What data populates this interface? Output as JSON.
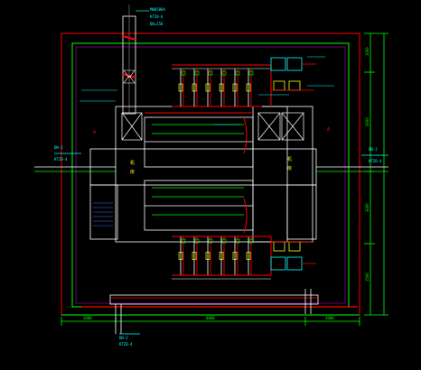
{
  "drawing": {
    "background": "#000000",
    "colors": {
      "green": "#00ff00",
      "white": "#ffffff",
      "yellow": "#ffff00",
      "cyan": "#00ffff",
      "red": "#ff0000",
      "magenta": "#ff00ff",
      "blue": "#3a6dff",
      "grey": "#8a8a8a"
    },
    "labels": {
      "top_pipe_1": "MW0500A",
      "top_pipe_2": "KTZ0-6",
      "top_pipe_3": "DN=150",
      "left_tag_1": "DN-2",
      "left_tag_2": "KTZ0-4",
      "right_tag_1": "DN-2",
      "right_tag_2": "KTZ0-4",
      "zone_left": "A",
      "zone_right": "A",
      "room_left_a": "机",
      "room_left_b": "房",
      "room_right_a": "机",
      "room_right_b": "房",
      "bottom_tag_1": "DN-2",
      "bottom_tag_2": "KTZ0-4",
      "dim_bottom_1": "2000",
      "dim_bottom_2": "6000",
      "dim_bottom_3": "2000",
      "dim_right_1": "1000",
      "dim_right_2": "3000",
      "dim_right_3": "3000",
      "dim_right_4": "1500"
    }
  }
}
